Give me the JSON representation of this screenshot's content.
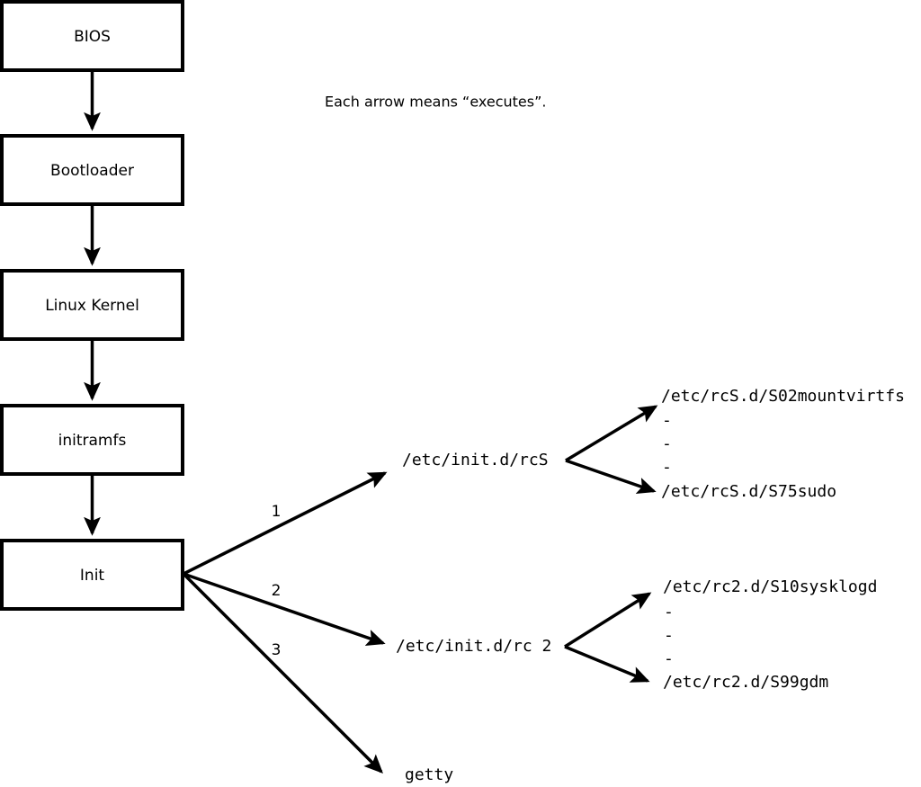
{
  "diagram": {
    "note": "Each arrow means “executes”.",
    "boxes": [
      {
        "id": "bios",
        "label": "BIOS"
      },
      {
        "id": "bootloader",
        "label": "Bootloader"
      },
      {
        "id": "kernel",
        "label": "Linux Kernel"
      },
      {
        "id": "initramfs",
        "label": "initramfs"
      },
      {
        "id": "init",
        "label": "Init"
      }
    ],
    "init_branch_numbers": [
      "1",
      "2",
      "3"
    ],
    "init_targets": [
      {
        "id": "rcs",
        "label": "/etc/init.d/rcS"
      },
      {
        "id": "rc2",
        "label": "/etc/init.d/rc 2"
      },
      {
        "id": "getty",
        "label": "getty"
      }
    ],
    "rcs_scripts": {
      "first": "/etc/rcS.d/S02mountvirtfs",
      "last": "/etc/rcS.d/S75sudo",
      "ellipsis": [
        "-",
        "-",
        "-"
      ]
    },
    "rc2_scripts": {
      "first": "/etc/rc2.d/S10sysklogd",
      "last": "/etc/rc2.d/S99gdm",
      "ellipsis": [
        "-",
        "-",
        "-"
      ]
    },
    "colors": {
      "stroke": "#000000",
      "fill": "#ffffff",
      "text": "#000000"
    }
  }
}
